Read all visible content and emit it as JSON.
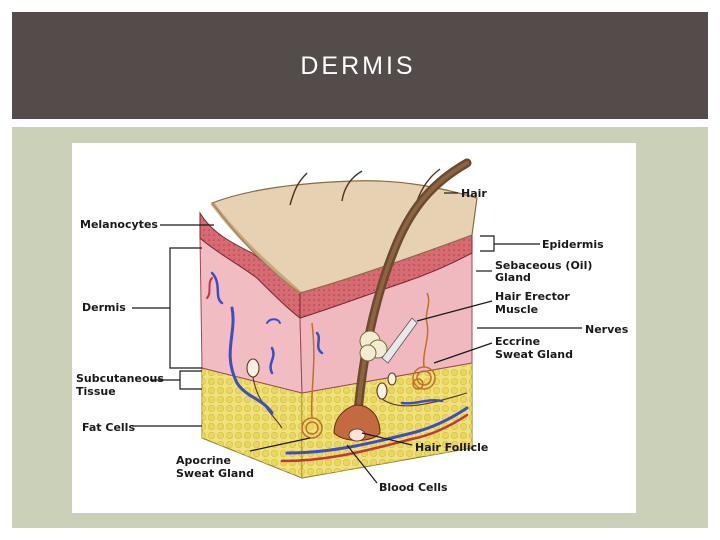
{
  "slide": {
    "title": "DERMIS"
  },
  "diagram": {
    "labels": {
      "hair": "Hair",
      "melanocytes": "Melanocytes",
      "epidermis": "Epidermis",
      "sebaceous_1": "Sebaceous (Oil)",
      "sebaceous_2": "Gland",
      "dermis": "Dermis",
      "hair_erector_1": "Hair Erector",
      "hair_erector_2": "Muscle",
      "nerves": "Nerves",
      "eccrine_1": "Eccrine",
      "eccrine_2": "Sweat Gland",
      "subcutaneous_1": "Subcutaneous",
      "subcutaneous_2": "Tissue",
      "fat_cells": "Fat Cells",
      "apocrine_1": "Apocrine",
      "apocrine_2": "Sweat Gland",
      "hair_follicle": "Hair Follicle",
      "blood_cells": "Blood Cells"
    },
    "colors": {
      "epidermis_top": "#e6d2b2",
      "epidermis_red": "#d86a72",
      "dermis": "#f0b9c0",
      "fat": "#f0e27a",
      "vessel_blue": "#3a4fc7",
      "vessel_red": "#c4343c",
      "hair": "#6b4a2e"
    }
  }
}
